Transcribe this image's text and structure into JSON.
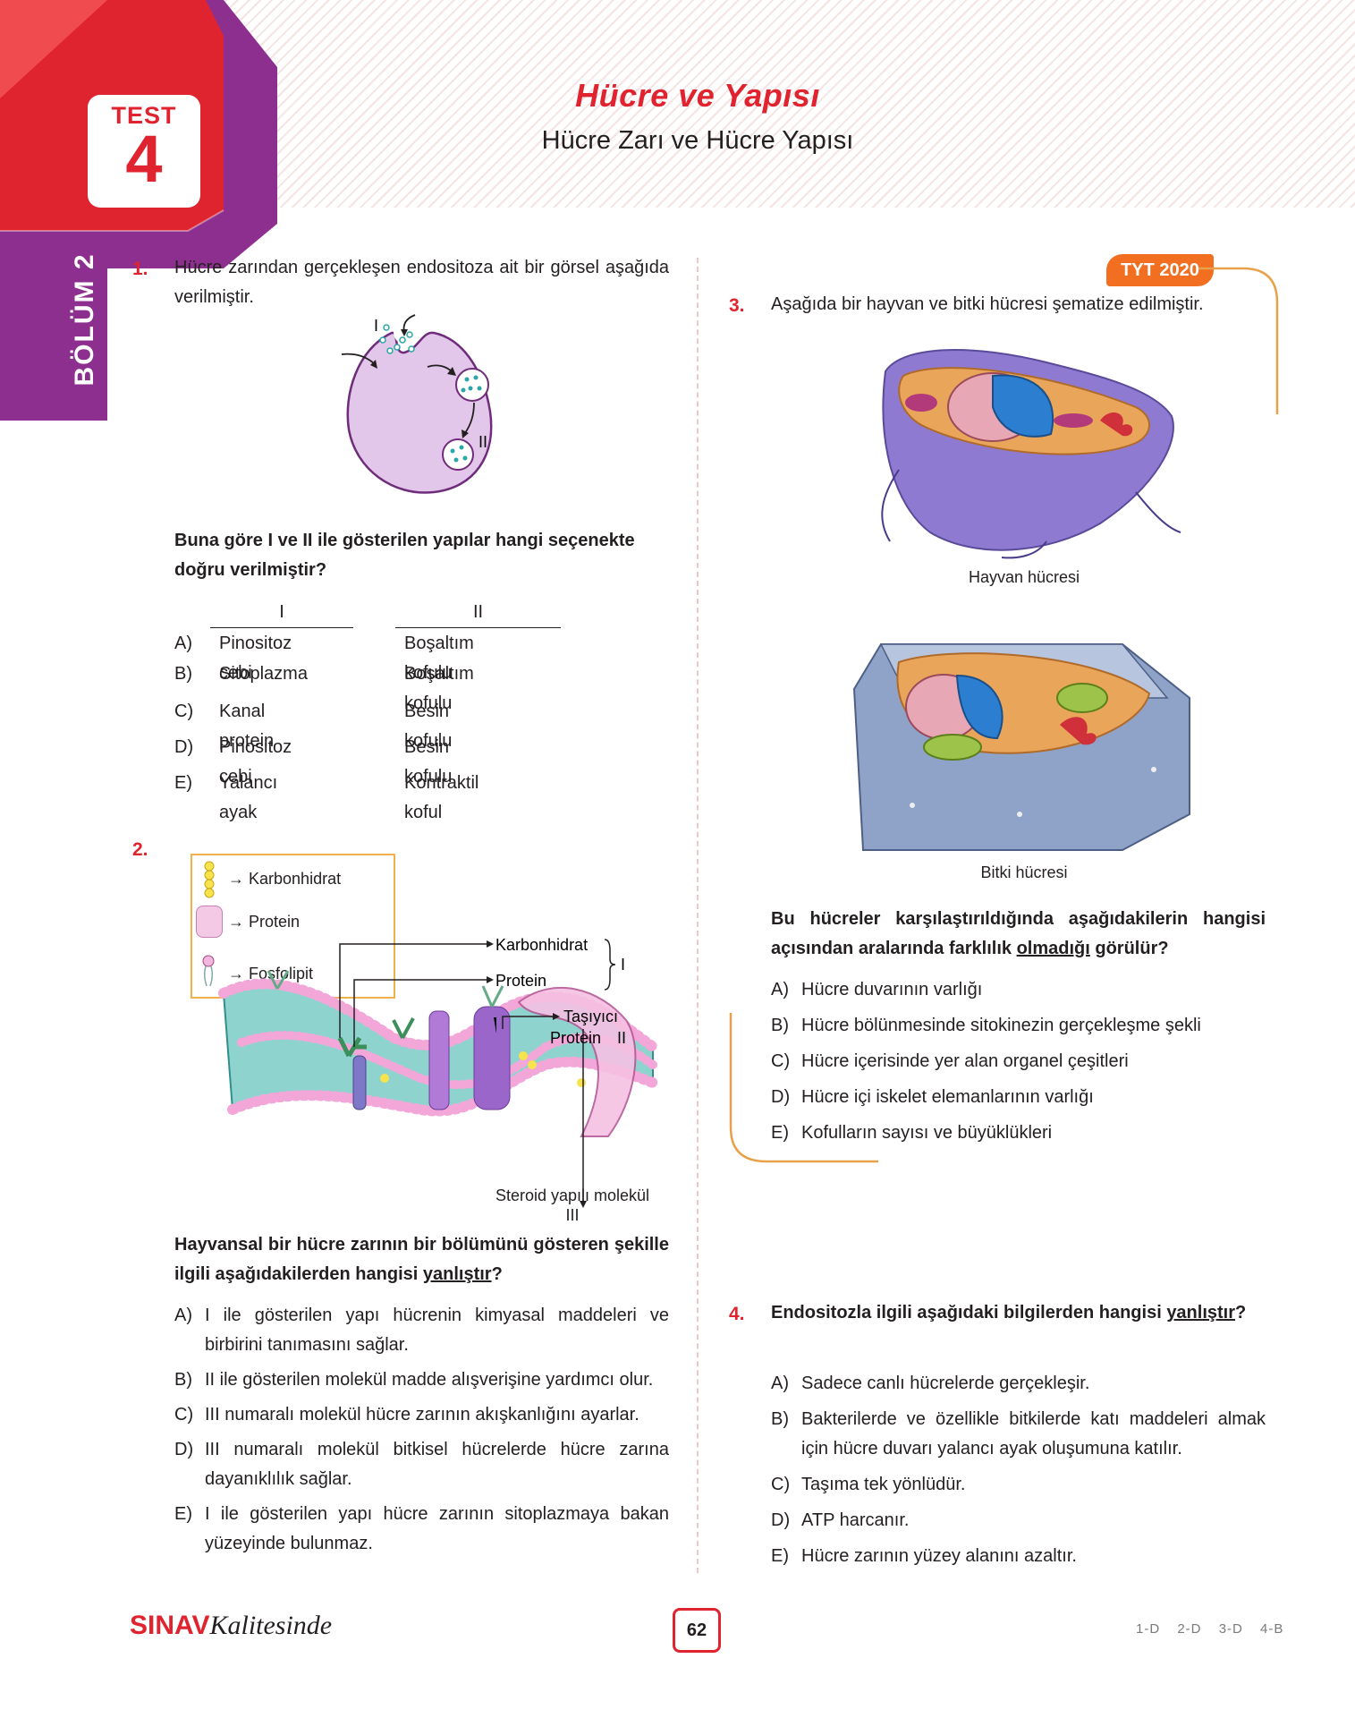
{
  "header": {
    "badge_test": "TEST",
    "badge_number": "4",
    "section": "BÖLÜM 2",
    "title": "Hücre ve Yapısı",
    "subtitle": "Hücre Zarı ve Hücre Yapısı"
  },
  "q1": {
    "number": "1.",
    "text": "Hücre zarından gerçekleşen endositoza ait bir görsel aşağıda verilmiştir.",
    "figure_labels": {
      "i": "I",
      "ii": "II"
    },
    "question": "Buna göre I ve II ile gösterilen yapılar hangi seçenekte doğru verilmiştir?",
    "col_headers": [
      "I",
      "II"
    ],
    "options": [
      {
        "letter": "A)",
        "c1": "Pinositoz cebi",
        "c2": "Boşaltım kofulu"
      },
      {
        "letter": "B)",
        "c1": "Sitoplazma",
        "c2": "Boşaltım kofulu"
      },
      {
        "letter": "C)",
        "c1": "Kanal protein",
        "c2": "Besin kofulu"
      },
      {
        "letter": "D)",
        "c1": "Pinositoz cebi",
        "c2": "Besin kofulu"
      },
      {
        "letter": "E)",
        "c1": "Yalancı ayak",
        "c2": "Kontraktil koful"
      }
    ]
  },
  "q2": {
    "number": "2.",
    "legend": [
      "Karbonhidrat",
      "Protein",
      "Fosfolipit"
    ],
    "fig_labels": {
      "carb": "Karbonhidrat",
      "protein": "Protein",
      "group_i": "I",
      "carrier_1": "Taşıyıcı",
      "carrier_2": "Protein",
      "carrier_roman": "II",
      "steroid": "Steroid yapılı molekül",
      "steroid_roman": "III"
    },
    "question_pre": "Hayvansal bir hücre zarının bir bölümünü gösteren şekille ilgili aşağıdakilerden hangisi ",
    "question_u": "yanlıştır",
    "question_post": "?",
    "options": [
      {
        "letter": "A)",
        "text": "I ile gösterilen yapı hücrenin kimyasal maddeleri ve birbirini tanımasını sağlar."
      },
      {
        "letter": "B)",
        "text": "II ile gösterilen molekül madde alışverişine yardımcı olur."
      },
      {
        "letter": "C)",
        "text": "III numaralı molekül hücre zarının akışkanlığını ayarlar."
      },
      {
        "letter": "D)",
        "text": "III numaralı molekül bitkisel hücrelerde hücre zarına dayanıklılık sağlar."
      },
      {
        "letter": "E)",
        "text": "I ile gösterilen yapı hücre zarının sitoplazmaya bakan yüzeyinde bulunmaz."
      }
    ]
  },
  "q3": {
    "tag": "TYT 2020",
    "number": "3.",
    "text": "Aşağıda bir hayvan ve bitki hücresi şematize edilmiştir.",
    "caption_animal": "Hayvan hücresi",
    "caption_plant": "Bitki hücresi",
    "question_pre": "Bu hücreler karşılaştırıldığında aşağıdakilerin hangisi açısından aralarında farklılık ",
    "question_u": "olmadığı",
    "question_post": " görülür?",
    "options": [
      {
        "letter": "A)",
        "text": "Hücre duvarının varlığı"
      },
      {
        "letter": "B)",
        "text": "Hücre bölünmesinde sitokinezin gerçekleşme şekli"
      },
      {
        "letter": "C)",
        "text": "Hücre içerisinde yer alan organel çeşitleri"
      },
      {
        "letter": "D)",
        "text": "Hücre içi iskelet elemanlarının varlığı"
      },
      {
        "letter": "E)",
        "text": "Kofulların sayısı ve büyüklükleri"
      }
    ]
  },
  "q4": {
    "number": "4.",
    "question_pre": "Endositozla ilgili aşağıdaki bilgilerden hangisi ",
    "question_u": "yanlıştır",
    "question_post": "?",
    "options": [
      {
        "letter": "A)",
        "text": "Sadece canlı hücrelerde gerçekleşir."
      },
      {
        "letter": "B)",
        "text": "Bakterilerde ve özellikle bitkilerde katı maddeleri almak için hücre duvarı yalancı ayak oluşumuna katılır."
      },
      {
        "letter": "C)",
        "text": "Taşıma tek yönlüdür."
      },
      {
        "letter": "D)",
        "text": "ATP harcanır."
      },
      {
        "letter": "E)",
        "text": "Hücre zarının yüzey alanını azaltır."
      }
    ]
  },
  "footer": {
    "logo_bold": "SINAV",
    "logo_script": "Kalitesinde",
    "page": "62",
    "answers": [
      "1-D",
      "2-D",
      "3-D",
      "4-B"
    ]
  }
}
